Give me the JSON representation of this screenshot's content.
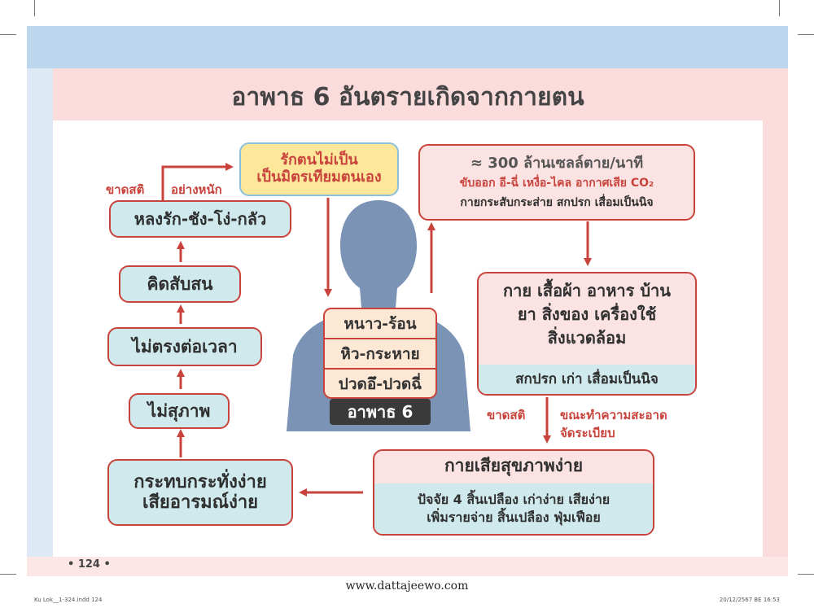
{
  "title": "อาพาธ 6 อันตรายเกิดจากกายตน",
  "left_chain": {
    "label_kaadsati": "ขาดสติ",
    "label_severe": "อย่างหนัก",
    "b1": "หลงรัก-ชัง-โง่-กลัว",
    "b2": "คิดสับสน",
    "b3": "ไม่ตรงต่อเวลา",
    "b4": "ไม่สุภาพ",
    "b5_line1": "กระทบกระทั่งง่าย",
    "b5_line2": "เสียอารมณ์ง่าย"
  },
  "yellow_box": {
    "line1": "รักตนไม่เป็น",
    "line2": "เป็นมิตรเทียมตนเอง"
  },
  "cells_box": {
    "line1": "≈ 300 ล้านเซลล์ตาย/นาที",
    "line2": "ขับออก อี-ฉี่  เหงื่อ-ไคล  อากาศเสีย CO₂",
    "line3": "กายกระสับกระส่าย สกปรก เสื่อมเป็นนิจ"
  },
  "belongings_box": {
    "line1": "กาย เสื้อผ้า อาหาร บ้าน",
    "line2": "ยา สิ่งของ เครื่องใช้",
    "line3": "สิ่งแวดล้อม",
    "footer": "สกปรก เก่า เสื่อมเป็นนิจ"
  },
  "middle_labels": {
    "kaadsati": "ขาดสติ",
    "cleaning_line1": "ขณะทำความสะอาด",
    "cleaning_line2": "จัดระเบียบ"
  },
  "health_box": {
    "header": "กายเสียสุขภาพง่าย",
    "line1": "ปัจจัย 4 สิ้นเปลือง เก่าง่าย เสียง่าย",
    "line2": "เพิ่มรายจ่าย สิ้นเปลือง ฟุ่มเฟือย"
  },
  "symptoms": [
    "หนาว-ร้อน",
    "หิว-กระหาย",
    "ปวดอึ-ปวดฉี่"
  ],
  "six_label": "อาพาธ 6",
  "page_number": "• 124 •",
  "watermark": "www.dattajeewo.com",
  "slug_left": "Ku Lok__1-324.indd   124",
  "slug_right": "20/12/2567 BE   16:53",
  "colors": {
    "arrow_red": "#c8433c",
    "teal_box": "#cfe9ec",
    "pink_box": "#fbe3e3",
    "yellow_box": "#fce79a",
    "body_blue": "#7b93b5"
  }
}
